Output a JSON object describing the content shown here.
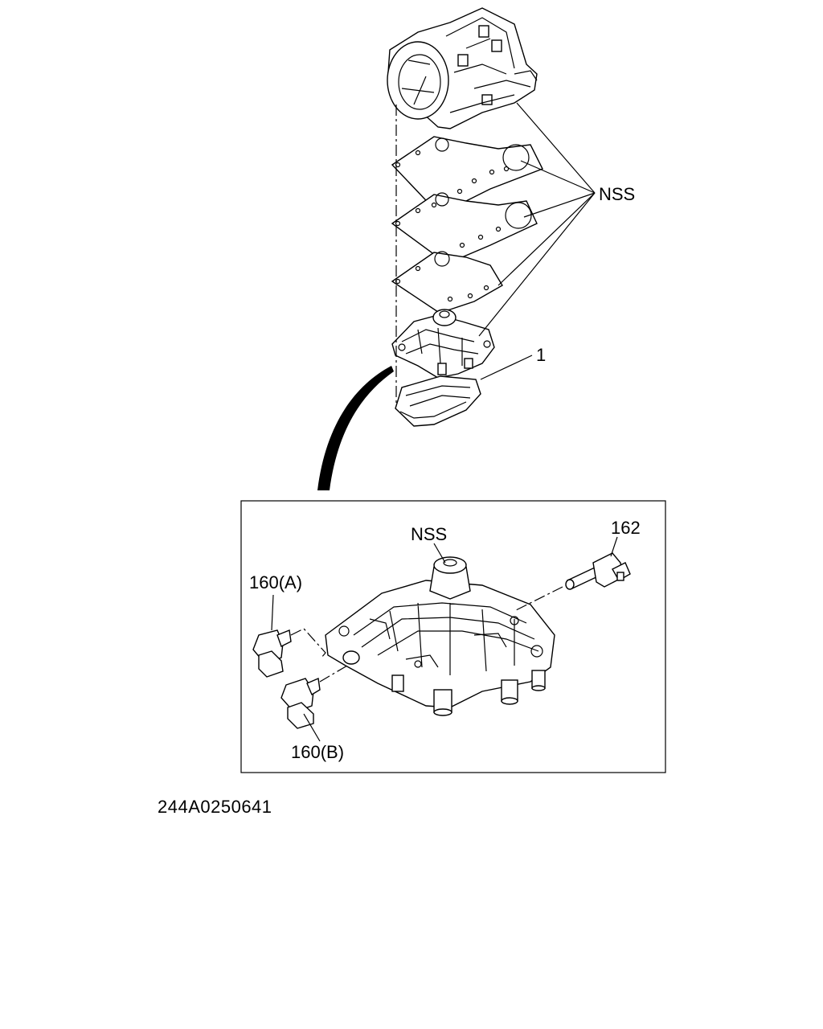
{
  "labels": {
    "nss_top": "NSS",
    "part_1": "1",
    "nss_detail": "NSS",
    "part_162": "162",
    "part_160a": "160(A)",
    "part_160b": "160(B)"
  },
  "figure_code": "244A0250641"
}
